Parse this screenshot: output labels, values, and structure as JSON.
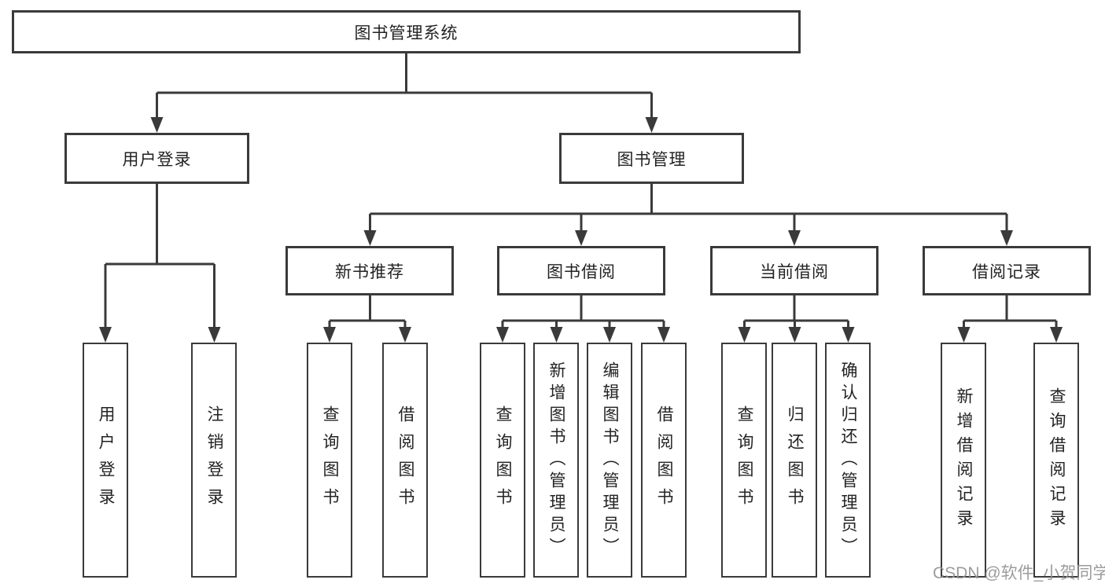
{
  "diagram_title": "图书管理系统",
  "watermark": "CSDN @软件_小贺同学",
  "colors": {
    "line": "#3a3a3a",
    "box_border": "#3a3a3a",
    "text": "#232323",
    "watermark": "#949494",
    "background": "#ffffff"
  },
  "tree": {
    "label": "图书管理系统",
    "children": [
      {
        "label": "用户登录",
        "children": [
          {
            "label": "用户登录"
          },
          {
            "label": "注销登录"
          }
        ]
      },
      {
        "label": "图书管理",
        "children": [
          {
            "label": "新书推荐",
            "children": [
              {
                "label": "查询图书"
              },
              {
                "label": "借阅图书"
              }
            ]
          },
          {
            "label": "图书借阅",
            "children": [
              {
                "label": "查询图书"
              },
              {
                "label": "新增图书（管理员）"
              },
              {
                "label": "编辑图书（管理员）"
              },
              {
                "label": "借阅图书"
              }
            ]
          },
          {
            "label": "当前借阅",
            "children": [
              {
                "label": "查询图书"
              },
              {
                "label": "归还图书"
              },
              {
                "label": "确认归还（管理员）"
              }
            ]
          },
          {
            "label": "借阅记录",
            "children": [
              {
                "label": "新增借阅记录"
              },
              {
                "label": "查询借阅记录"
              }
            ]
          }
        ]
      }
    ]
  }
}
